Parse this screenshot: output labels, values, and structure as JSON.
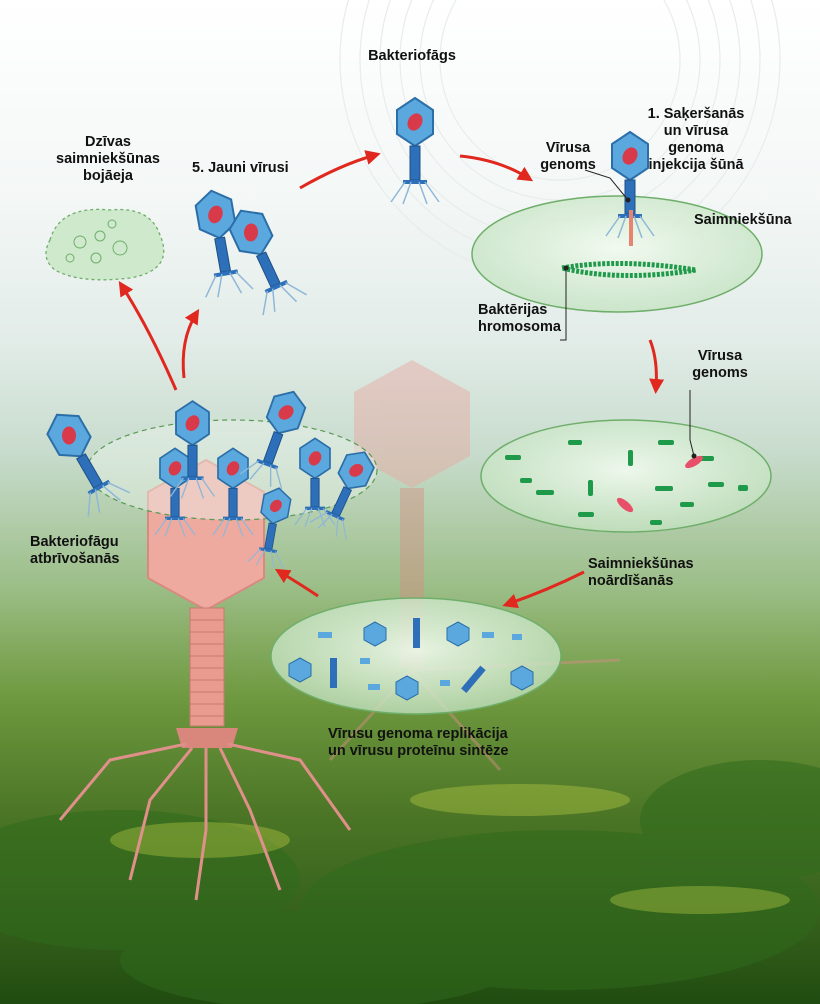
{
  "labels": {
    "bacteriophage": "Bakteriofāgs",
    "step1": "1. Saķeršanās\nun vīrusa\ngenoma\ninjekcija šūnā",
    "viral_genome_top": "Vīrusa\ngenoms",
    "host_cell": "Saimniekšūna",
    "bacterial_chromosome": "Baktērijas\nhromosoma",
    "viral_genome_mid": "Vīrusa\ngenoms",
    "host_degradation": "Saimniekšūnas\nnoārdīšanās",
    "replication": "Vīrusu genoma replikācija\nun vīrusu proteīnu sintēze",
    "release": "Bakteriofāgu\natbrīvošanās",
    "new_viruses": "5. Jauni vīrusi",
    "cell_death": "Dzīvas\nsaimniekšūnas\nbojāeja"
  },
  "colors": {
    "arrow": "#e0281e",
    "phage_head": "#5aa8de",
    "phage_tail": "#2d6fb8",
    "dna": "#1f9a4a",
    "cell_fill": "#dff1de",
    "cell_stroke": "#6fae6a",
    "viral_dna": "#e8506a"
  }
}
